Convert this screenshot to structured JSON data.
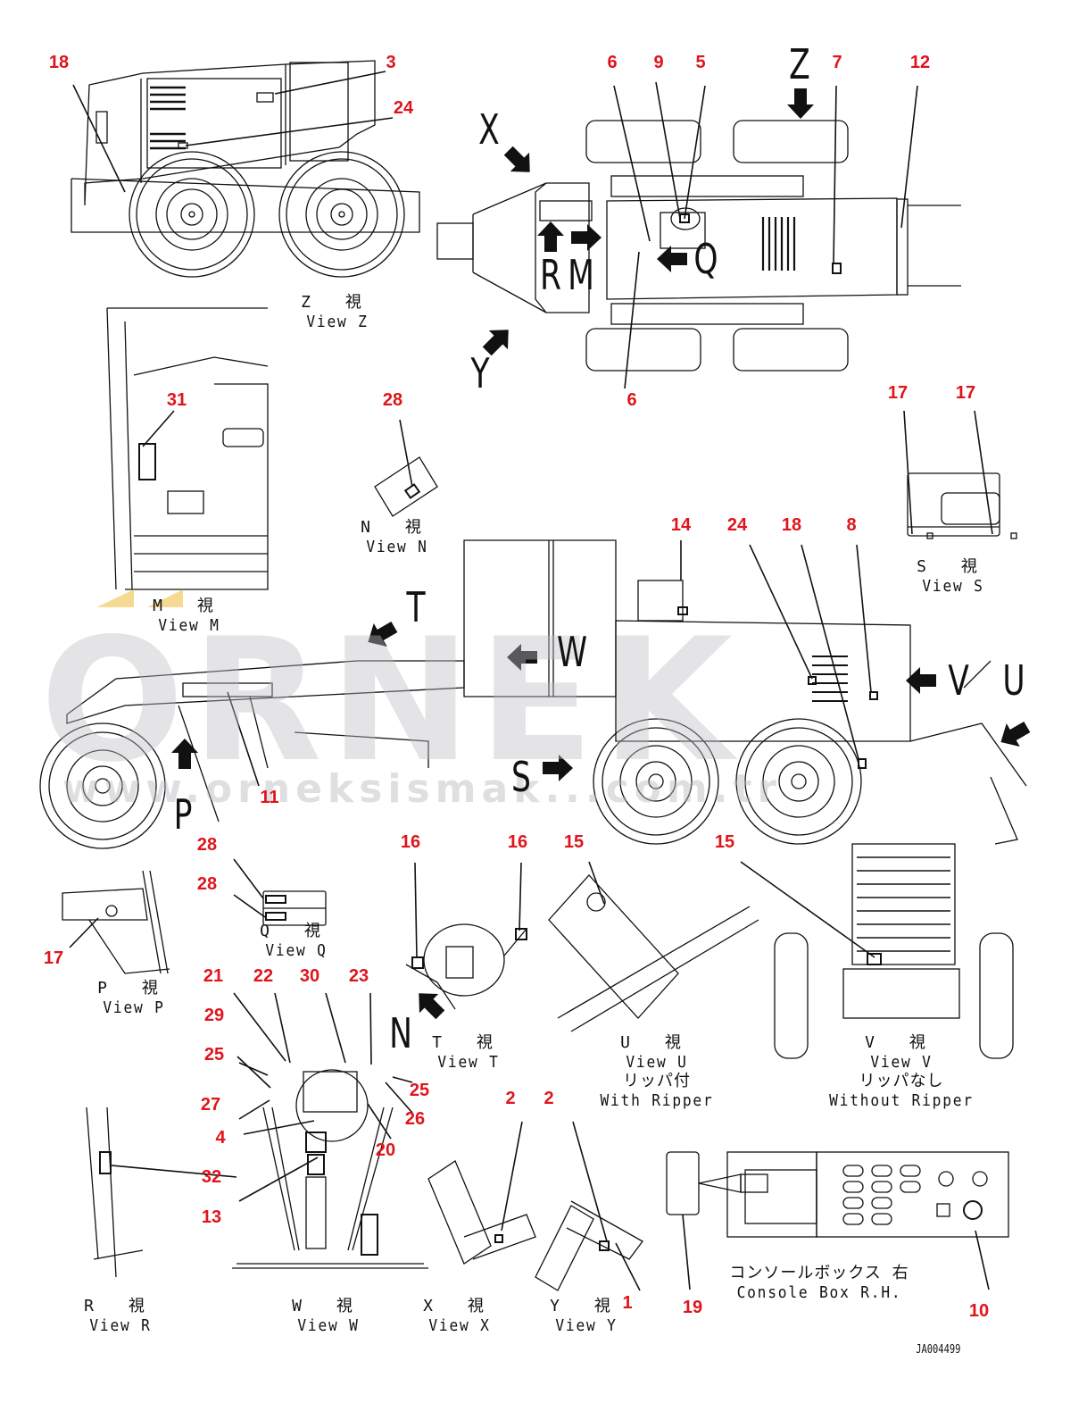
{
  "drawing": {
    "code": "JA004499",
    "watermark_text": "ORNEK",
    "watermark_url": "www.orneksismak...com.tr",
    "colors": {
      "callout": "#e0141c",
      "line": "#111111",
      "watermark": "#c4c4c8",
      "logo_accent": "#f5d27a"
    }
  },
  "views": [
    {
      "id": "Z",
      "jp": "Z 視",
      "en": "View Z"
    },
    {
      "id": "M",
      "jp": "M 視",
      "en": "View M"
    },
    {
      "id": "N",
      "jp": "N 視",
      "en": "View N"
    },
    {
      "id": "S",
      "jp": "S 視",
      "en": "View S"
    },
    {
      "id": "P",
      "jp": "P 視",
      "en": "View P"
    },
    {
      "id": "Q",
      "jp": "Q 視",
      "en": "View Q"
    },
    {
      "id": "T",
      "jp": "T 視",
      "en": "View T"
    },
    {
      "id": "U",
      "jp": "U 視",
      "en": "View U",
      "note_jp": "リッパ付",
      "note_en": "With Ripper"
    },
    {
      "id": "V",
      "jp": "V 視",
      "en": "View V",
      "note_jp": "リッパなし",
      "note_en": "Without Ripper"
    },
    {
      "id": "R",
      "jp": "R 視",
      "en": "View R"
    },
    {
      "id": "W",
      "jp": "W 視",
      "en": "View W"
    },
    {
      "id": "X",
      "jp": "X 視",
      "en": "View X"
    },
    {
      "id": "Y",
      "jp": "Y 視",
      "en": "View Y"
    },
    {
      "id": "console",
      "jp": "コンソールボックス 右",
      "en": "Console Box R.H."
    }
  ],
  "direction_letters": [
    "X",
    "Y",
    "Z",
    "R",
    "M",
    "Q",
    "T",
    "W",
    "V",
    "U",
    "S",
    "P",
    "N"
  ],
  "callouts": [
    "18",
    "3",
    "24",
    "6",
    "9",
    "5",
    "7",
    "12",
    "6",
    "31",
    "28",
    "17",
    "17",
    "14",
    "24",
    "18",
    "8",
    "11",
    "28",
    "28",
    "17",
    "16",
    "16",
    "15",
    "15",
    "21",
    "22",
    "30",
    "23",
    "29",
    "25",
    "27",
    "4",
    "32",
    "13",
    "25",
    "26",
    "20",
    "2",
    "2",
    "1",
    "19",
    "10"
  ]
}
